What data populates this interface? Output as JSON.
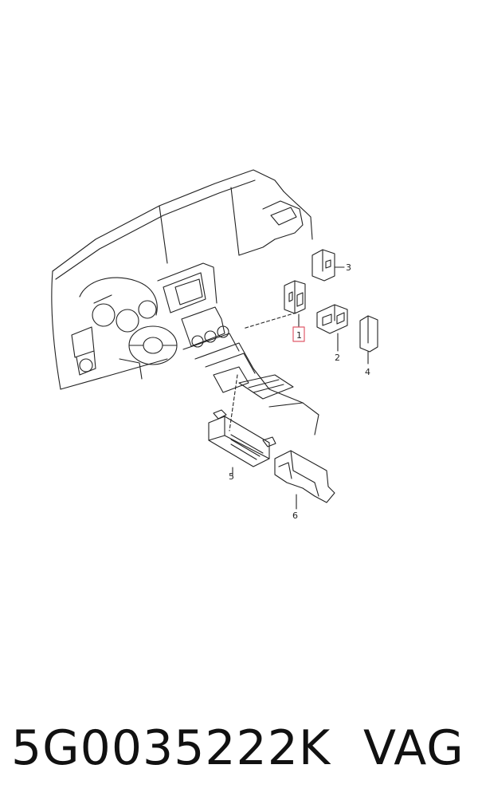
{
  "diagram": {
    "callouts": [
      "1",
      "2",
      "3",
      "4",
      "5",
      "6"
    ],
    "highlight_color": "#e05a6a",
    "line_color": "#222222"
  },
  "caption": {
    "part_number": "5G0035222K",
    "brand": "VAG"
  }
}
